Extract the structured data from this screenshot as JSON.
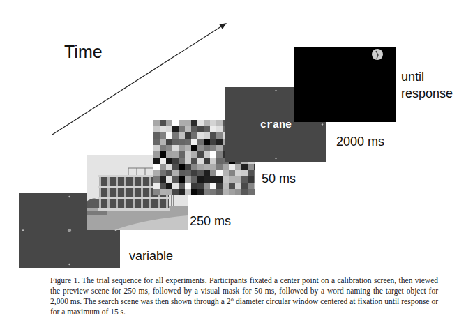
{
  "diagram": {
    "caption": "Figure 1. The trial sequence for all experiments. Participants fixated a center point on a calibration screen, then viewed the preview scene for 250 ms, followed by a visual mask for 50 ms, followed by a word naming the target object for 2,000 ms. The search scene was then shown through a 2° diameter circular window centered at fixation until response or for a maximum of 15 s.",
    "nodes": [
      {
        "text": [
          "variable"
        ]
      },
      {
        "text": [
          "250 ms"
        ]
      },
      {
        "text": [
          "50 ms"
        ]
      },
      {
        "text": [
          "crane",
          "2000 ms"
        ]
      },
      {
        "text": [
          "until response"
        ]
      }
    ],
    "edges": [],
    "labels": [
      "Time"
    ]
  }
}
